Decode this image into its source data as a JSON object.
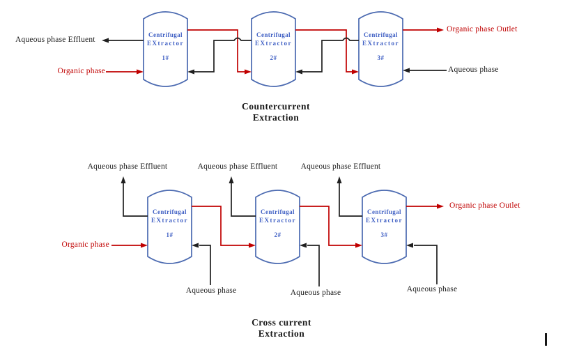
{
  "colors": {
    "flow_red": "#c00000",
    "flow_black": "#1f1f1f",
    "vessel_border_blue": "#4a69b0",
    "vessel_text_blue": "#4060c4",
    "label_black": "#1a1a1a",
    "label_red": "#c00000",
    "background": "#ffffff"
  },
  "countercurrent": {
    "title_line1": "Countercurrent",
    "title_line2": "Extraction",
    "labels": {
      "aqueous_effluent": "Aqueous phase Effluent",
      "organic_feed": "Organic phase",
      "organic_outlet": "Organic phase Outlet",
      "aqueous_feed": "Aqueous phase"
    },
    "extractors": [
      {
        "line1": "Centrifugal",
        "line2": "EXtractor",
        "number": "1#"
      },
      {
        "line1": "Centrifugal",
        "line2": "EXtractor",
        "number": "2#"
      },
      {
        "line1": "Centrifugal",
        "line2": "EXtractor",
        "number": "3#"
      }
    ]
  },
  "crosscurrent": {
    "title_line1": "Cross current",
    "title_line2": "Extraction",
    "labels": {
      "aqueous_effluent": "Aqueous phase Effluent",
      "organic_feed": "Organic phase",
      "organic_outlet": "Organic phase Outlet",
      "aqueous_feed": "Aqueous phase"
    },
    "extractors": [
      {
        "line1": "Centrifugal",
        "line2": "EXtractor",
        "number": "1#"
      },
      {
        "line1": "Centrifugal",
        "line2": "EXtractor",
        "number": "2#"
      },
      {
        "line1": "Centrifugal",
        "line2": "EXtractor",
        "number": "3#"
      }
    ]
  }
}
